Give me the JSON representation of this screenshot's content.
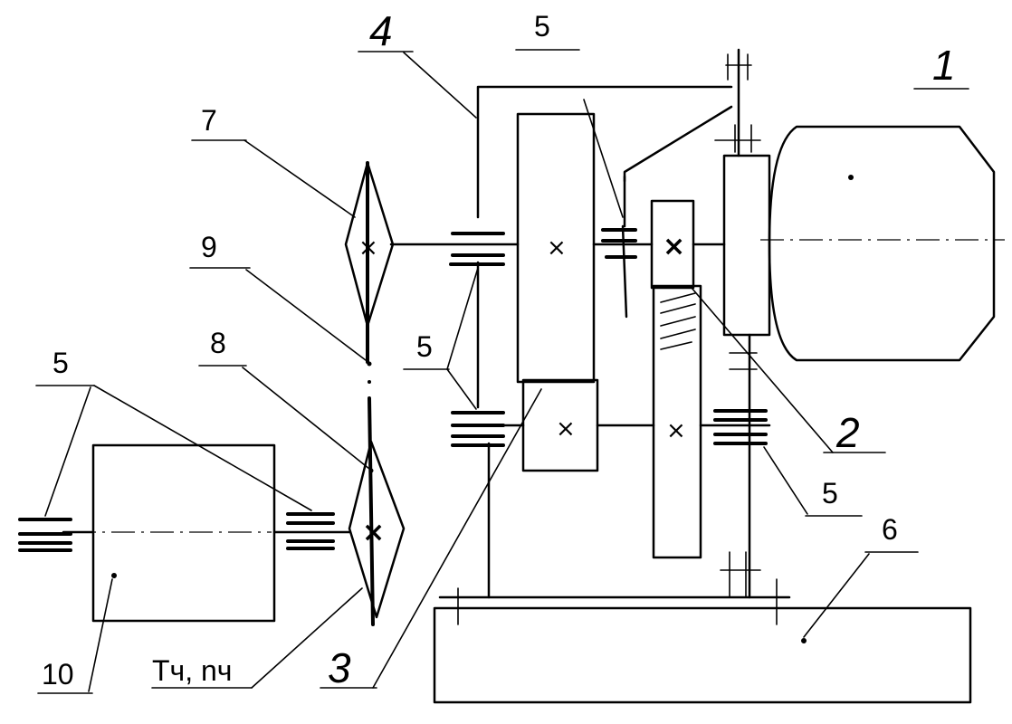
{
  "labels": {
    "motor": "1",
    "gear_2": "2",
    "gear_3": "3",
    "housing": "4",
    "bearing_top": "5",
    "bearing_left": "5",
    "bearing_right": "5",
    "bearing_far_left": "5",
    "base": "6",
    "sprocket_7": "7",
    "sprocket_8": "8",
    "chain_9": "9",
    "machine_10": "10",
    "torque_speed": "Tч, nч"
  },
  "icons": {
    "gear_center": "cross-mark",
    "point_marker": "dot"
  },
  "colors": {
    "ink": "#000000",
    "paper": "#ffffff"
  }
}
